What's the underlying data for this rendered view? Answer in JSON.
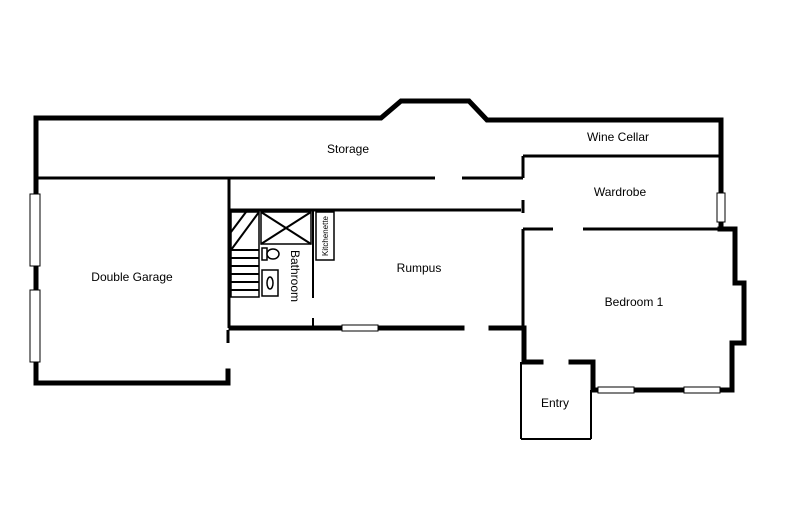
{
  "rooms": {
    "storage": "Storage",
    "wine_cellar": "Wine Cellar",
    "wardrobe": "Wardrobe",
    "double_garage": "Double Garage",
    "rumpus": "Rumpus",
    "bathroom": "Bathroom",
    "kitchenette": "Kitchenette",
    "bedroom_1": "Bedroom 1",
    "entry": "Entry"
  }
}
